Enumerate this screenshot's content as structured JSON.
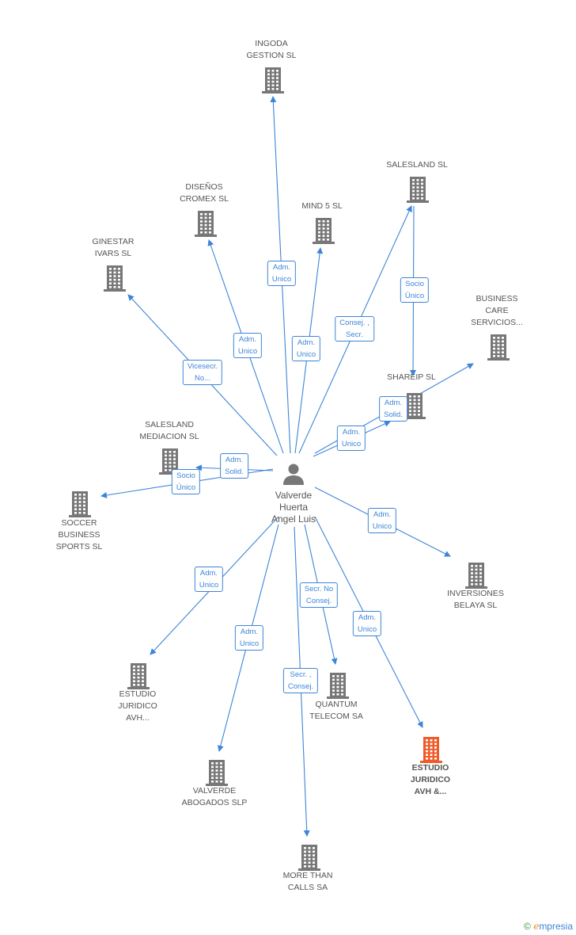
{
  "colors": {
    "edge": "#3d85d8",
    "node_icon": "#777777",
    "highlight_icon": "#f05a28",
    "label_text": "#555555"
  },
  "center": {
    "id": "person",
    "icon": "person-icon",
    "label": "Valverde\nHuerta\nAngel Luis"
  },
  "nodes": [
    {
      "id": "ingoda",
      "label": "INGODA\nGESTION  SL",
      "icon": "building-icon"
    },
    {
      "id": "salesland",
      "label": "SALESLAND SL",
      "icon": "building-icon"
    },
    {
      "id": "disenos",
      "label": "DISEÑOS\nCROMEX SL",
      "icon": "building-icon"
    },
    {
      "id": "mind5",
      "label": "MIND 5 SL",
      "icon": "building-icon"
    },
    {
      "id": "ginestar",
      "label": "GINESTAR\nIVARS  SL",
      "icon": "building-icon"
    },
    {
      "id": "business_care",
      "label": "BUSINESS\nCARE\nSERVICIOS...",
      "icon": "building-icon"
    },
    {
      "id": "shareip",
      "label": "SHAREIP SL",
      "icon": "building-icon"
    },
    {
      "id": "salesland_med",
      "label": "SALESLAND\nMEDIACION  SL",
      "icon": "building-icon"
    },
    {
      "id": "soccer",
      "label": "SOCCER\nBUSINESS\nSPORTS SL",
      "icon": "building-icon"
    },
    {
      "id": "inversiones",
      "label": "INVERSIONES\nBELAYA  SL",
      "icon": "building-icon"
    },
    {
      "id": "estudio1",
      "label": "ESTUDIO\nJURIDICO\nAVH...",
      "icon": "building-icon"
    },
    {
      "id": "quantum",
      "label": "QUANTUM\nTELECOM SA",
      "icon": "building-icon"
    },
    {
      "id": "estudio2",
      "label": "ESTUDIO\nJURIDICO\nAVH &...",
      "icon": "building-icon",
      "highlight": true
    },
    {
      "id": "valverde_abog",
      "label": "VALVERDE\nABOGADOS SLP",
      "icon": "building-icon"
    },
    {
      "id": "morethan",
      "label": "MORE THAN\nCALLS SA",
      "icon": "building-icon"
    }
  ],
  "edges": [
    {
      "from": "person",
      "to": "ingoda",
      "label": "Adm.\nUnico"
    },
    {
      "from": "person",
      "to": "disenos",
      "label": "Adm.\nUnico"
    },
    {
      "from": "person",
      "to": "mind5",
      "label": "Adm.\nUnico"
    },
    {
      "from": "person",
      "to": "ginestar",
      "label": "Vicesecr.\nNo..."
    },
    {
      "from": "person",
      "to": "salesland",
      "label": "Consej. ,\nSecr."
    },
    {
      "from": "salesland",
      "to": "shareip",
      "label": "Socio\nÚnico"
    },
    {
      "from": "person",
      "to": "business_care",
      "label": "Adm.\nSolid."
    },
    {
      "from": "person",
      "to": "shareip",
      "label": "Adm.\nUnico"
    },
    {
      "from": "person",
      "to": "salesland_med",
      "label": "Adm.\nSolid."
    },
    {
      "from": "salesland_med",
      "to": "soccer",
      "label": "Socio\nÚnico"
    },
    {
      "from": "person",
      "to": "inversiones",
      "label": "Adm.\nUnico"
    },
    {
      "from": "person",
      "to": "estudio1",
      "label": "Adm.\nUnico"
    },
    {
      "from": "person",
      "to": "valverde_abog",
      "label": "Adm.\nUnico"
    },
    {
      "from": "person",
      "to": "quantum",
      "label": "Secr.  No\nConsej."
    },
    {
      "from": "person",
      "to": "morethan",
      "label": "Secr. ,\nConsej."
    },
    {
      "from": "person",
      "to": "estudio2",
      "label": "Adm.\nUnico"
    }
  ],
  "watermark": {
    "copyright": "©",
    "brand_initial": "e",
    "brand_rest": "mpresia"
  }
}
